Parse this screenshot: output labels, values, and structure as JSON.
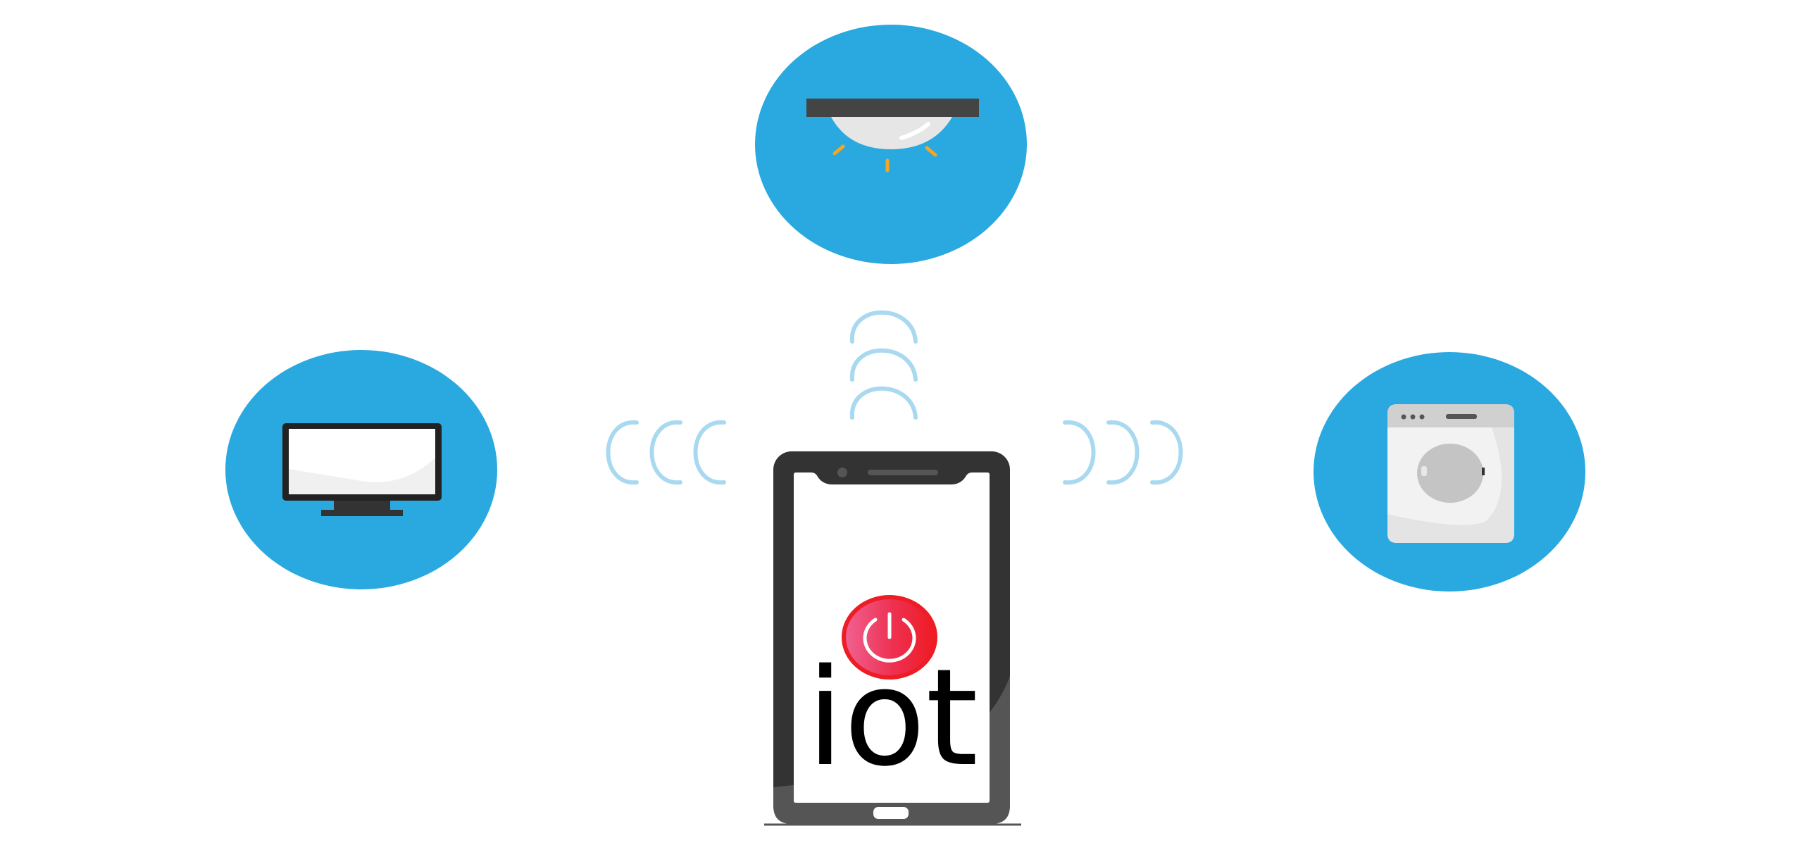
{
  "app": {
    "label": "iot"
  },
  "devices": [
    {
      "name": "ceiling-lamp",
      "icon": "ceiling-lamp-icon"
    },
    {
      "name": "monitor",
      "icon": "monitor-icon"
    },
    {
      "name": "washing-machine",
      "icon": "washing-machine-icon"
    }
  ],
  "colors": {
    "device_circle": "#29a9e0",
    "signal_wave": "#a9d9f0",
    "phone_body": "#333333",
    "phone_screen": "#ffffff",
    "power_button": "#ee1c25",
    "lamp_rays": "#f5a623"
  }
}
